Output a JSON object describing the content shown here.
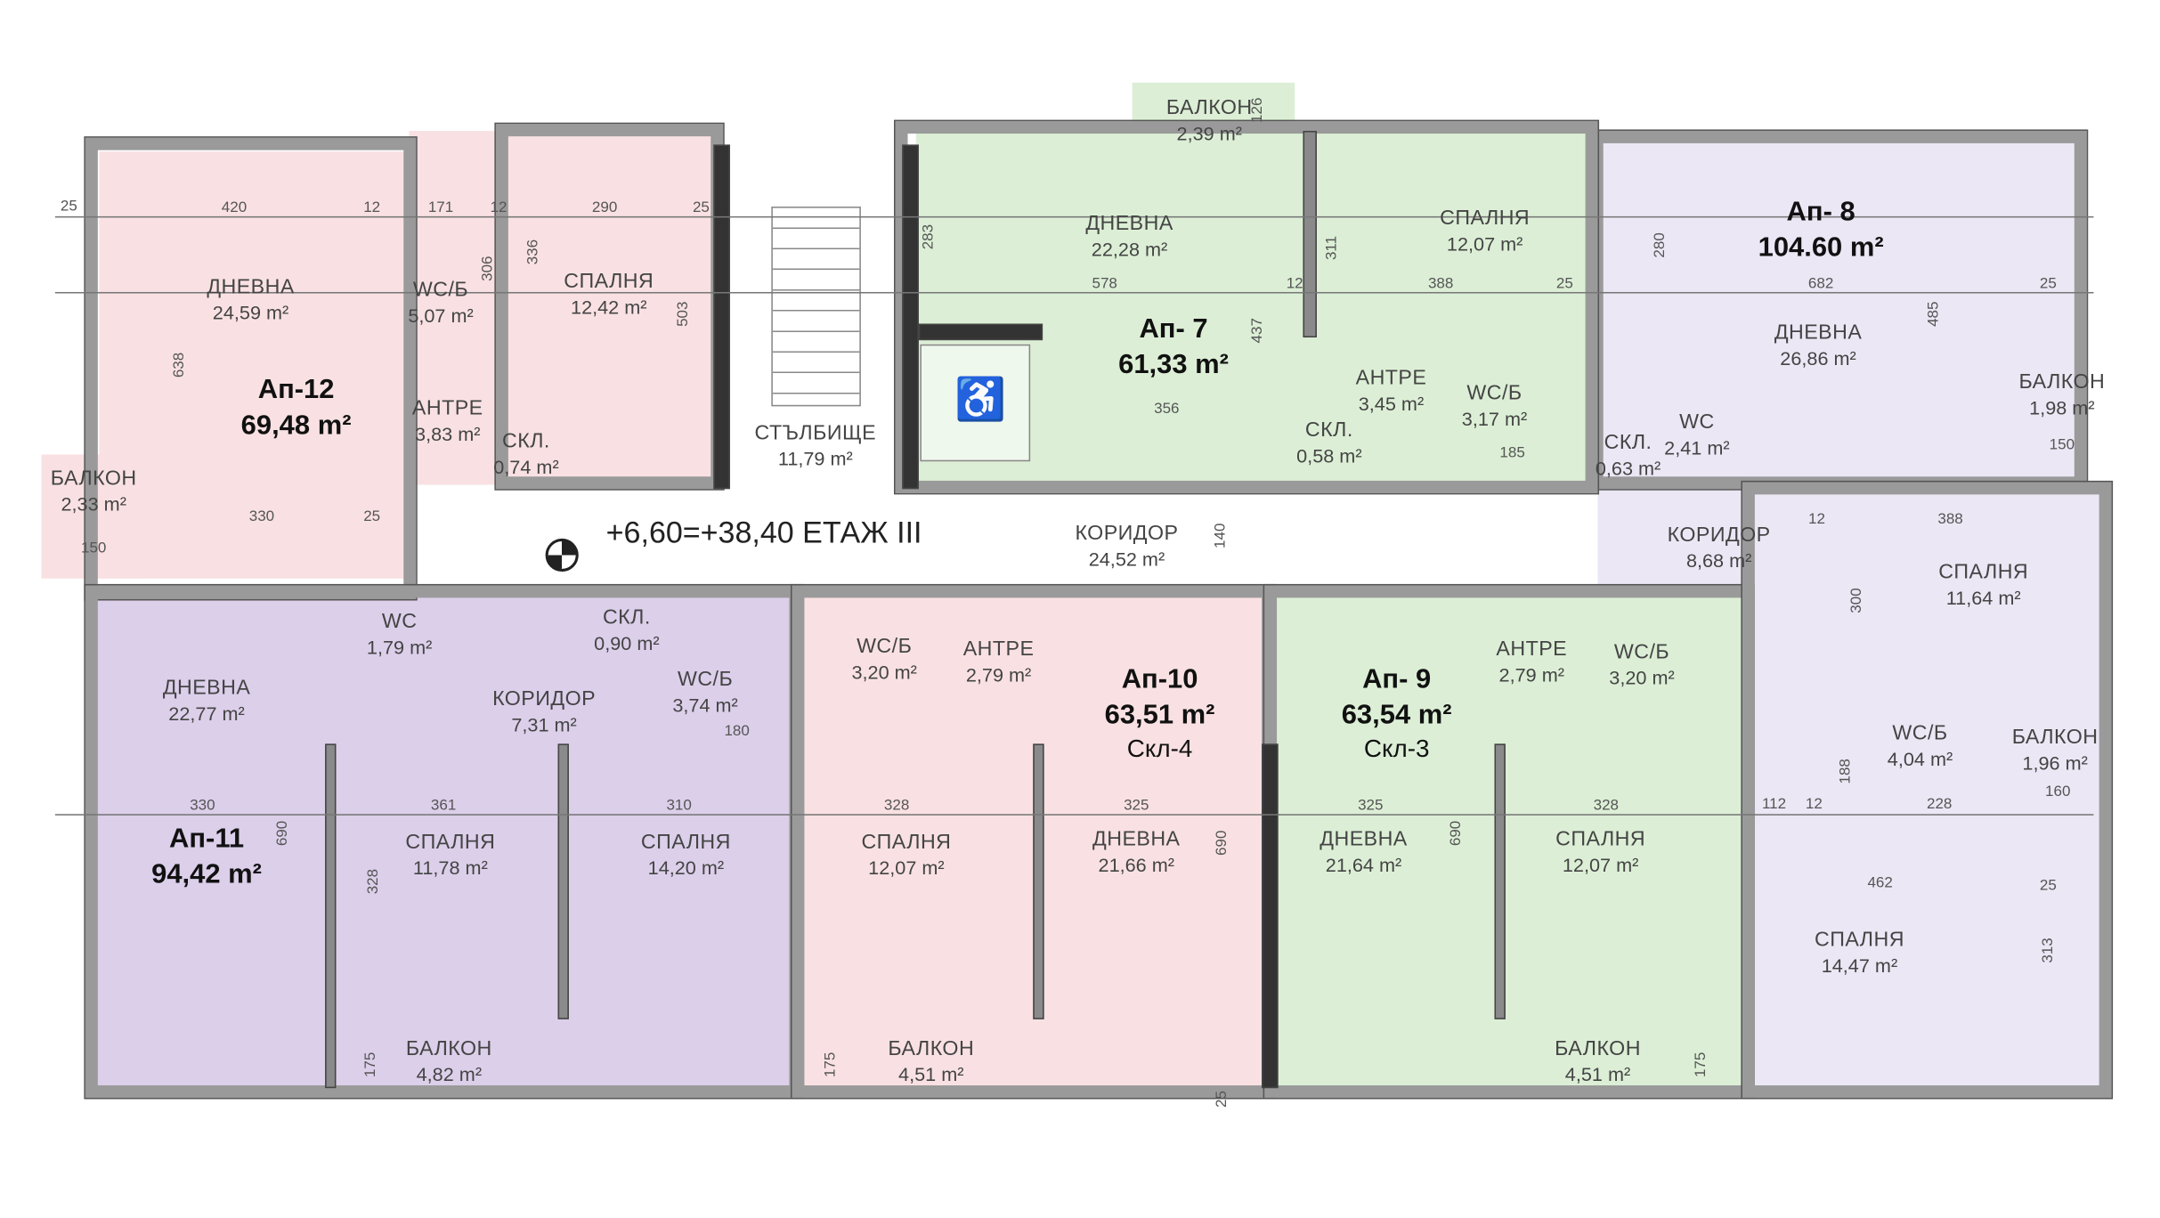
{
  "title": "+6,60=+38,40 ЕТАЖ III",
  "colors": {
    "pink": "#f9e1e3",
    "green": "#dcefd6",
    "lavender": "#ece7f5",
    "purple": "#dccfea",
    "wall": "#8a8a8a"
  },
  "stair": {
    "name": "СТЪЛБИЩЕ",
    "area": "11,79 m²"
  },
  "corridor": {
    "name": "КОРИДОР",
    "area": "24,52 m²"
  },
  "ap12": {
    "title": "Ап-12",
    "area": "69,48 m²",
    "rooms": [
      {
        "name": "ДНЕВНА",
        "area": "24,59 m²"
      },
      {
        "name": "WC/Б",
        "area": "5,07 m²"
      },
      {
        "name": "СПАЛНЯ",
        "area": "12,42 m²"
      },
      {
        "name": "АНТРЕ",
        "area": "3,83 m²"
      },
      {
        "name": "СКЛ.",
        "area": "0,74 m²"
      },
      {
        "name": "БАЛКОН",
        "area": "2,33 m²"
      }
    ]
  },
  "ap7": {
    "title": "Ап- 7",
    "area": "61,33 m²",
    "rooms": [
      {
        "name": "БАЛКОН",
        "area": "2,39 m²"
      },
      {
        "name": "ДНЕВНА",
        "area": "22,28 m²"
      },
      {
        "name": "СПАЛНЯ",
        "area": "12,07 m²"
      },
      {
        "name": "АНТРЕ",
        "area": "3,45 m²"
      },
      {
        "name": "WC/Б",
        "area": "3,17 m²"
      },
      {
        "name": "СКЛ.",
        "area": "0,58 m²"
      }
    ]
  },
  "ap8": {
    "title": "Ап- 8",
    "area": "104.60 m²",
    "rooms": [
      {
        "name": "ДНЕВНА",
        "area": "26,86 m²"
      },
      {
        "name": "БАЛКОН",
        "area": "1,98 m²"
      },
      {
        "name": "WC",
        "area": "2,41 m²"
      },
      {
        "name": "СКЛ.",
        "area": "0,63 m²"
      },
      {
        "name": "КОРИДОР",
        "area": "8,68 m²"
      },
      {
        "name": "СПАЛНЯ",
        "area": "11,64 m²"
      },
      {
        "name": "WC/Б",
        "area": "4,04 m²"
      },
      {
        "name": "БАЛКОН",
        "area": "1,96 m²"
      },
      {
        "name": "СПАЛНЯ",
        "area": "14,47 m²"
      }
    ]
  },
  "ap11": {
    "title": "Ап-11",
    "area": "94,42 m²",
    "rooms": [
      {
        "name": "WC",
        "area": "1,79 m²"
      },
      {
        "name": "СКЛ.",
        "area": "0,90 m²"
      },
      {
        "name": "ДНЕВНА",
        "area": "22,77 m²"
      },
      {
        "name": "КОРИДОР",
        "area": "7,31 m²"
      },
      {
        "name": "WC/Б",
        "area": "3,74 m²"
      },
      {
        "name": "СПАЛНЯ",
        "area": "11,78 m²"
      },
      {
        "name": "СПАЛНЯ",
        "area": "14,20 m²"
      },
      {
        "name": "БАЛКОН",
        "area": "4,82 m²"
      }
    ]
  },
  "ap10": {
    "title": "Ап-10",
    "area": "63,51 m²",
    "storage": "Скл-4",
    "rooms": [
      {
        "name": "WC/Б",
        "area": "3,20 m²"
      },
      {
        "name": "АНТРЕ",
        "area": "2,79 m²"
      },
      {
        "name": "СПАЛНЯ",
        "area": "12,07 m²"
      },
      {
        "name": "ДНЕВНА",
        "area": "21,66 m²"
      },
      {
        "name": "БАЛКОН",
        "area": "4,51 m²"
      }
    ]
  },
  "ap9": {
    "title": "Ап- 9",
    "area": "63,54 m²",
    "storage": "Скл-3",
    "rooms": [
      {
        "name": "АНТРЕ",
        "area": "2,79 m²"
      },
      {
        "name": "WC/Б",
        "area": "3,20 m²"
      },
      {
        "name": "ДНЕВНА",
        "area": "21,64 m²"
      },
      {
        "name": "СПАЛНЯ",
        "area": "12,07 m²"
      },
      {
        "name": "БАЛКОН",
        "area": "4,51 m²"
      }
    ]
  },
  "dims": [
    "25",
    "420",
    "12",
    "171",
    "12",
    "290",
    "25",
    "306",
    "336",
    "503",
    "638",
    "330",
    "25",
    "150",
    "283",
    "578",
    "12",
    "311",
    "388",
    "25",
    "437",
    "356",
    "185",
    "126",
    "280",
    "682",
    "25",
    "485",
    "150",
    "140",
    "388",
    "12",
    "300",
    "188",
    "228",
    "160",
    "112",
    "12",
    "462",
    "313",
    "25",
    "330",
    "361",
    "310",
    "690",
    "328",
    "180",
    "328",
    "325",
    "690",
    "325",
    "328",
    "690",
    "175",
    "175",
    "175",
    "25"
  ]
}
